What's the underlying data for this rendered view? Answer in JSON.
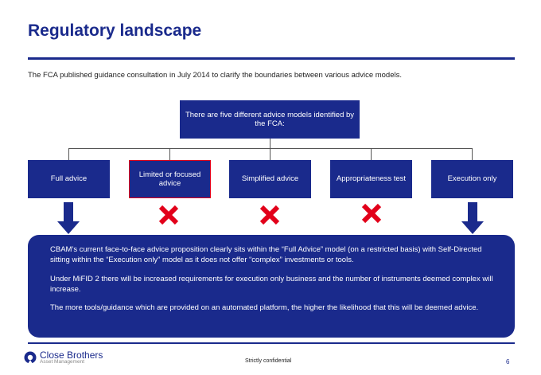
{
  "page": {
    "title": "Regulatory landscape",
    "intro": "The FCA published guidance consultation in July 2014 to clarify the boundaries between various advice models."
  },
  "diagram": {
    "root": "There are five different advice models identified by the FCA:",
    "models": [
      {
        "label": "Full advice",
        "highlighted": false,
        "marker": "down-arrow"
      },
      {
        "label": "Limited or focused advice",
        "highlighted": true,
        "marker": "cross"
      },
      {
        "label": "Simplified advice",
        "highlighted": false,
        "marker": "cross"
      },
      {
        "label": "Appropriateness test",
        "highlighted": false,
        "marker": "cross"
      },
      {
        "label": "Execution only",
        "highlighted": false,
        "marker": "down-arrow"
      }
    ]
  },
  "summary": {
    "paragraphs": [
      "CBAM’s current face-to-face advice proposition clearly sits within the “Full Advice” model (on a restricted basis) with Self-Directed sitting within the “Execution only” model as it does not offer “complex” investments or tools.",
      "Under MiFID 2 there will be increased requirements for execution only business and the number of instruments deemed complex will increase.",
      "The more tools/guidance which are provided on an automated platform, the higher the likelihood that this will be deemed advice."
    ]
  },
  "footer": {
    "company": "Close Brothers",
    "division": "Asset Management",
    "confidential": "Strictly confidential",
    "page_number": "6"
  },
  "colors": {
    "brand_navy": "#1a2a8c",
    "cross_red": "#e2001a"
  }
}
